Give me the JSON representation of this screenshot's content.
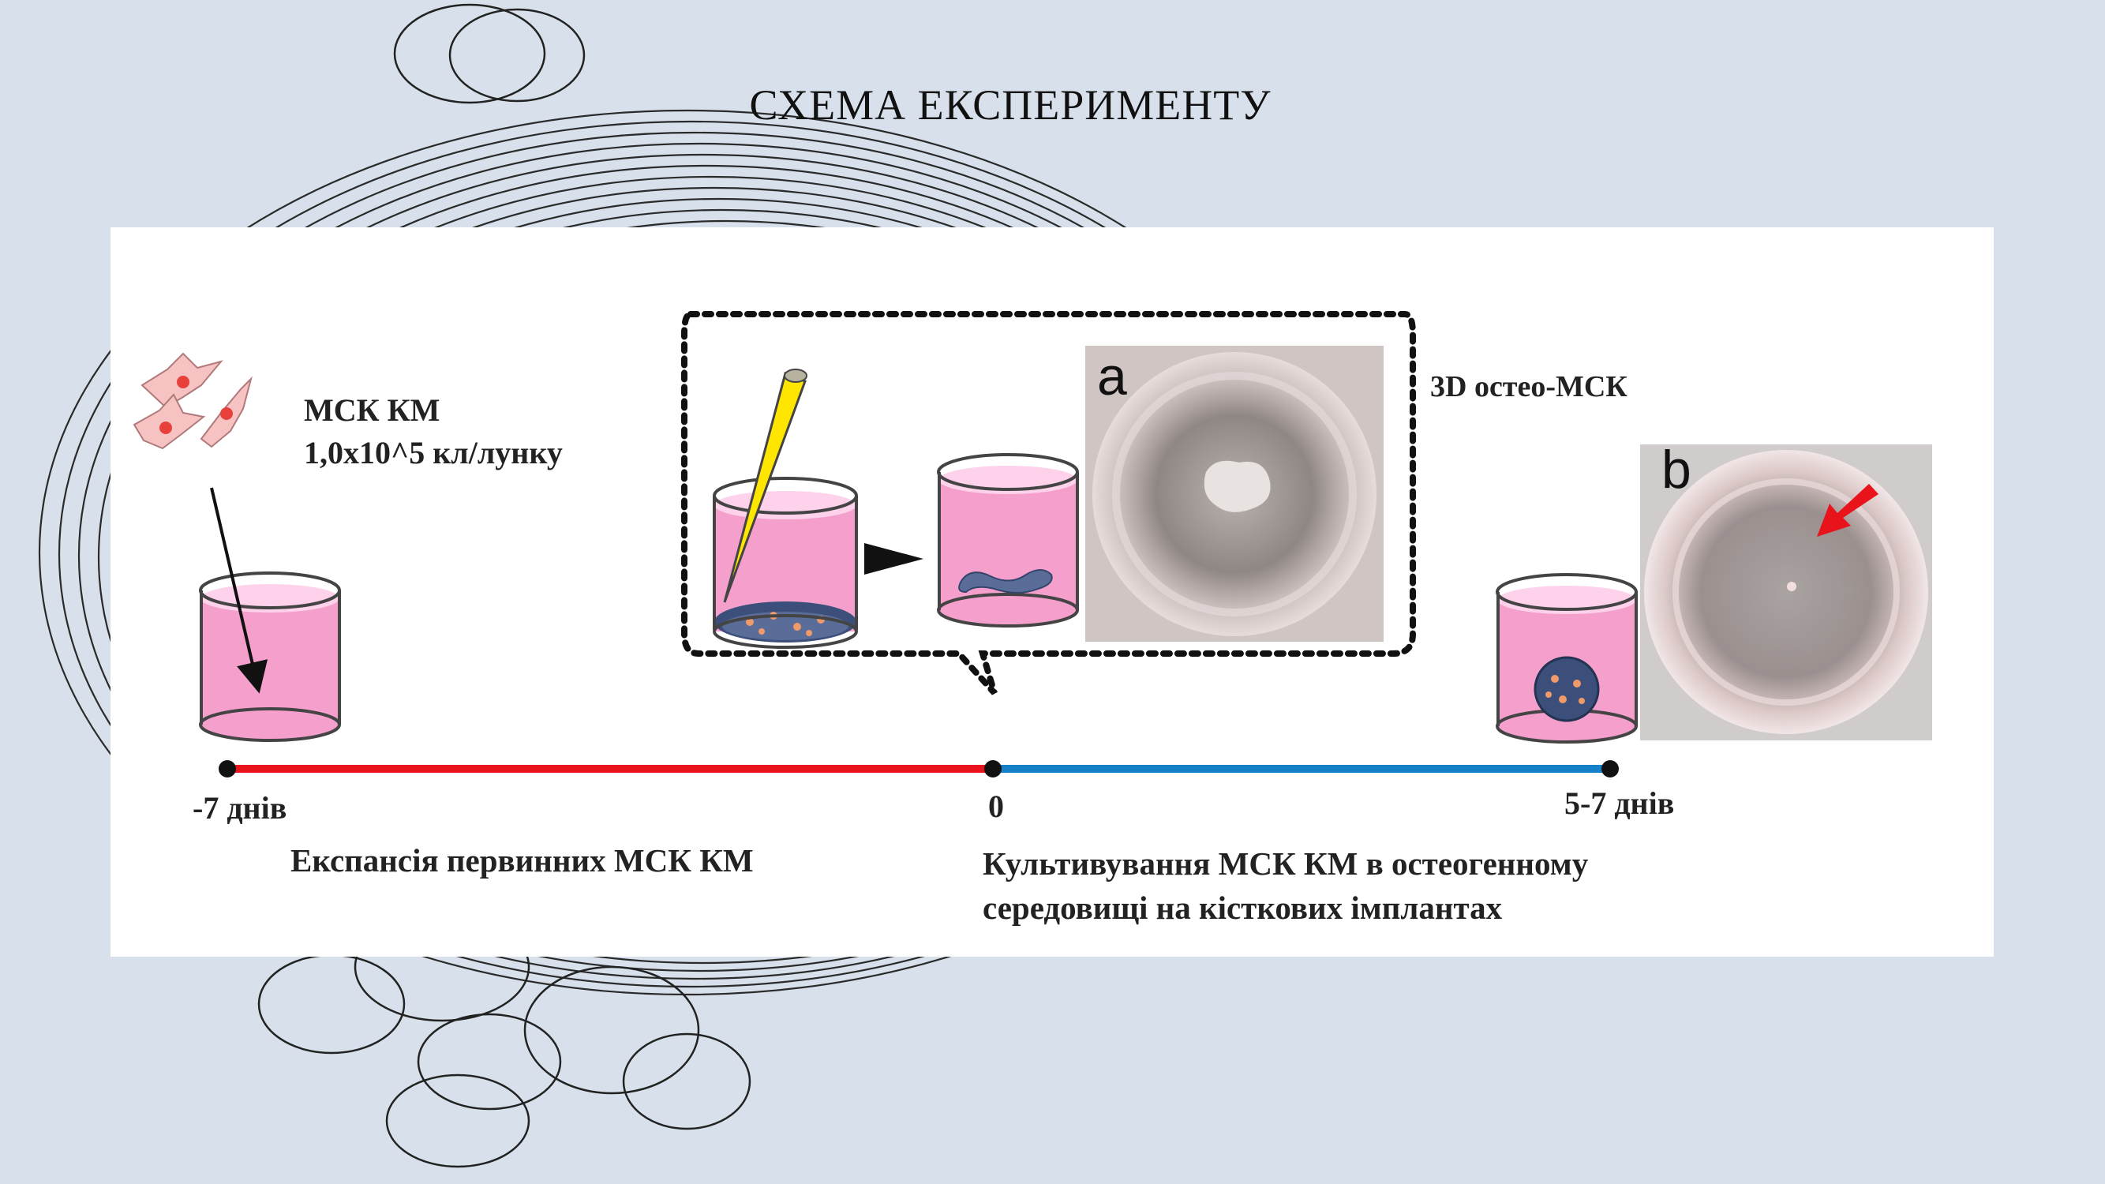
{
  "title": "СХЕМА ЕКСПЕРИМЕНТУ",
  "labels": {
    "cells_line1": "МСК КМ",
    "cells_line2": "1,0х10^5 кл/лунку",
    "osteo": "3D остео-МСК",
    "photo_a": "a",
    "photo_b": "b"
  },
  "timeline": {
    "start": "-7 днів",
    "middle": "0",
    "end": "5-7 днів",
    "colors": {
      "expansion": "#e8131b",
      "culture": "#1480c8"
    }
  },
  "phases": {
    "expansion": "Експансія первинних МСК КМ",
    "culture_line1": "Культивування МСК КМ в остеогенному",
    "culture_line2": "середовищі на кісткових імплантах"
  }
}
